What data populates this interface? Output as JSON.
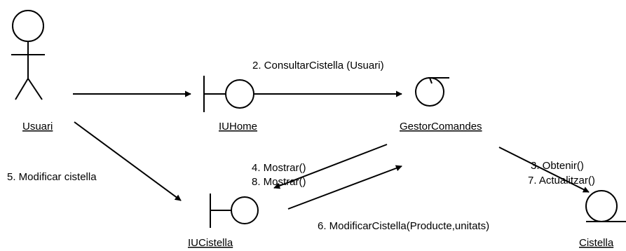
{
  "objects": {
    "usuari": "Usuari",
    "iuhome": "IUHome",
    "gestor": "GestorComandes",
    "iucistella": "IUCistella",
    "cistella": "Cistella"
  },
  "messages": {
    "m2": "2. ConsultarCistella (Usuari)",
    "m3": "3. Obtenir()",
    "m7": "7. Actualitzar()",
    "m4": "4. Mostrar()",
    "m8": "8. Mostrar()",
    "m5": "5. Modificar cistella",
    "m6": "6. ModificarCistella(Producte,unitats)"
  },
  "icons": {
    "actor": "actor-icon",
    "boundary": "boundary-icon",
    "control": "control-icon",
    "entity": "entity-icon"
  },
  "colors": {
    "ink": "#000000",
    "background": "#ffffff"
  }
}
